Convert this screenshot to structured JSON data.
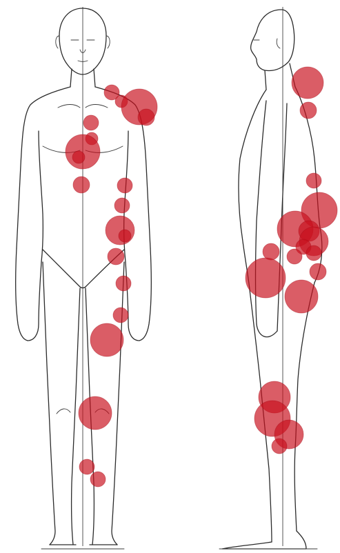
{
  "figure": {
    "views": [
      "front",
      "side"
    ],
    "marker_color": "#c8101e",
    "marker_opacity": 0.68,
    "marker_stroke": "#a80c18",
    "line_color": "#2a2a2a"
  }
}
